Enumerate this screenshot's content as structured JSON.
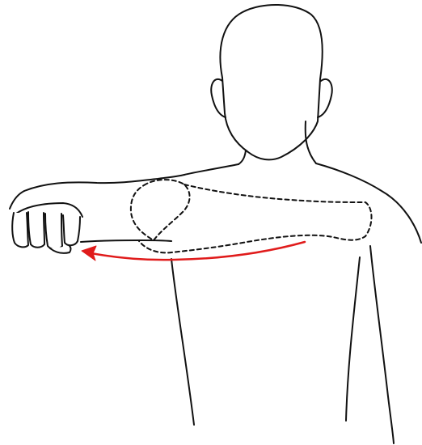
{
  "illustration": {
    "line_color": "#111111",
    "arrow_color": "#e01b1b",
    "background_color": "#ffffff",
    "dashed_outline": true,
    "icons": [
      "head-outline",
      "torso-outline",
      "arm-outline",
      "fist",
      "dashed-bone-outline",
      "motion-arrow"
    ]
  }
}
